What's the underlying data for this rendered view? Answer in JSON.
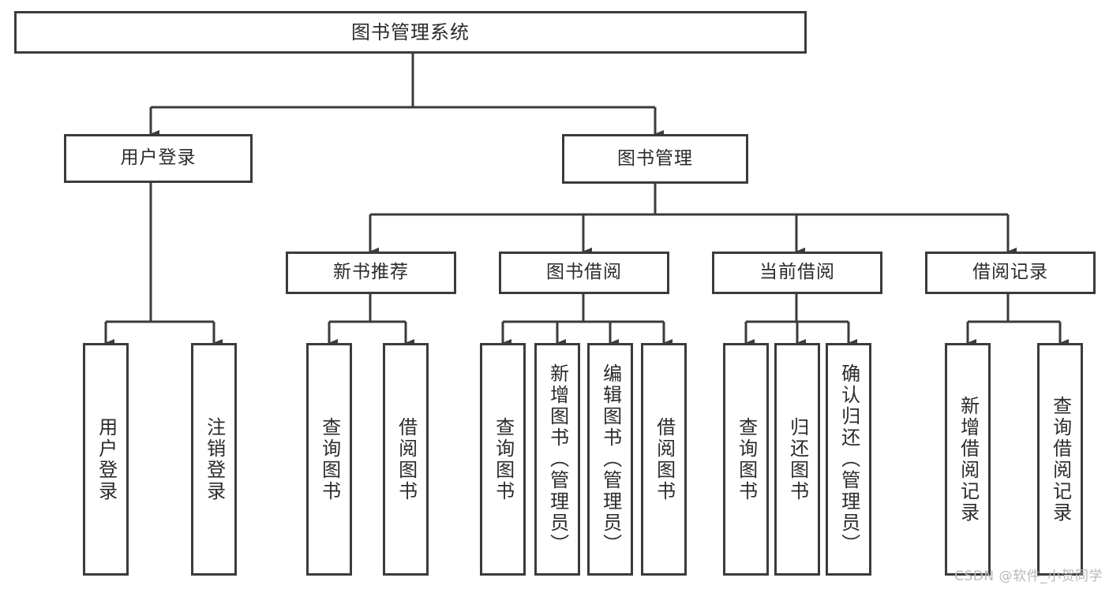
{
  "diagram": {
    "title": "图书管理系统",
    "type": "tree-hierarchy-chart",
    "line_color": "#3b3b3b",
    "box_fill": "#ffffff",
    "text_color": "#2b2b2b",
    "watermark": "CSDN @软件_小贺同学",
    "levels": {
      "root": {
        "label": "图书管理系统"
      },
      "level2": [
        {
          "label": "用户登录"
        },
        {
          "label": "图书管理"
        }
      ],
      "level3": [
        {
          "label": "新书推荐"
        },
        {
          "label": "图书借阅"
        },
        {
          "label": "当前借阅"
        },
        {
          "label": "借阅记录"
        }
      ],
      "leaves": {
        "user_login": [
          {
            "label": "用户登录"
          },
          {
            "label": "注销登录"
          }
        ],
        "new_book_recommend": [
          {
            "label": "查询图书"
          },
          {
            "label": "借阅图书"
          }
        ],
        "book_borrow": [
          {
            "label": "查询图书"
          },
          {
            "label": "新增图书（管理员）"
          },
          {
            "label": "编辑图书（管理员）"
          },
          {
            "label": "借阅图书"
          }
        ],
        "current_borrow": [
          {
            "label": "查询图书"
          },
          {
            "label": "归还图书"
          },
          {
            "label": "确认归还（管理员）"
          }
        ],
        "borrow_record": [
          {
            "label": "新增借阅记录"
          },
          {
            "label": "查询借阅记录"
          }
        ]
      }
    }
  }
}
